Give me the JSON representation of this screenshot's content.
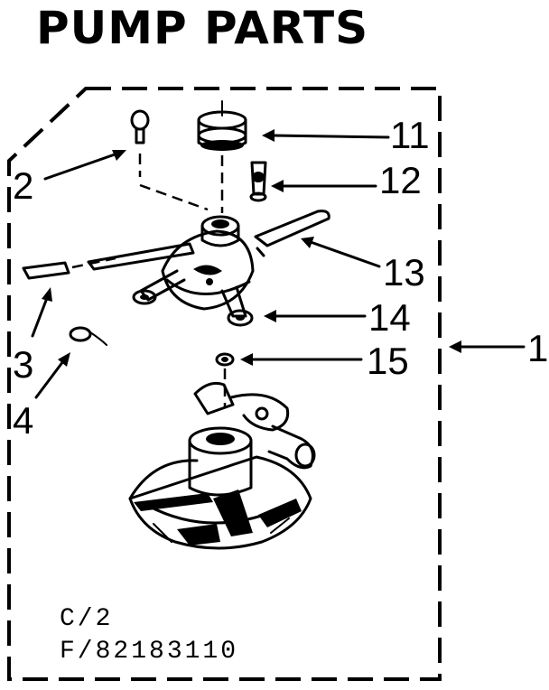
{
  "title": "PUMP PARTS",
  "callouts": {
    "assembly": "1",
    "bolt": "2",
    "rubber_strip": "3",
    "clip": "4",
    "pulley": "11",
    "plug": "12",
    "spring_lever": "13",
    "pump_arm_assembly": "14",
    "seal": "15"
  },
  "footer": {
    "line1": "C/2",
    "line2": "F/82183110"
  }
}
